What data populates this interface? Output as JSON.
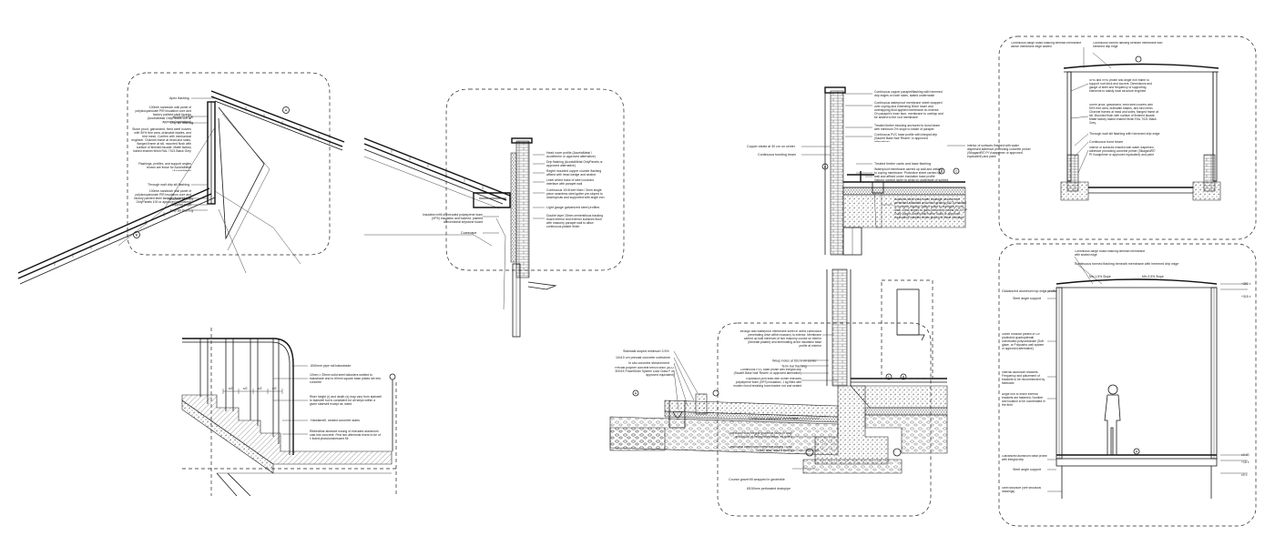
{
  "roof_detail": {
    "notes": [
      "Apex flashing",
      "100mm sandwich wall panel of polyisocyanurate PIR insulation core and factory painted steel facings (AccelaMetal OnlyPanels 100 or approved equivalent)",
      "Support angle",
      "Drip sill flashing",
      "Storm proof, galvanized, fixed steel louvers with 50% free area, drainable blades, and bird mesh. Confirm with mechanical engineer. Channel frame at head and sides, flanged frame at sill, mounted flush with surface of finished facade. Matte factory baked enamel finish RAL 7021 Black Grey",
      "Flashings, profiles, and support angles shown are those for AccelaMetal (AccelaMetal)",
      "Through wall drip sill flashing",
      "100mm sandwich wall panel of polyisocyanurate PIR insulation core and factory painted steel facings (AccelaMetal OnlyPanels 100 or approved equivalent)",
      "Headwall flashing",
      "Support angle",
      "Drip sill flashing"
    ],
    "tags": [
      "A",
      "B"
    ]
  },
  "eave_detail": {
    "notes": [
      "Head cover profile (AccelaMetal / Acceltherm or approved alternative)",
      "Drip flashing (AccelaMetal OnlyPanels or approved alternative)",
      "Reglet mounted copper counter flashing affixed with head wedge and sealed",
      "Lintel where base of steel columns interface with parapet wall",
      "Continuous 10×8 kerf lined / 3mm single piece seamless steel gutter pre-sloped to downspouts and supported with angle iron",
      "Light gauge galvanized steel profiles",
      "Insulation infill of extruded polystyrene foam (XPS) insulation and foamed, painted conventional keystone board",
      "Coarscape",
      "Double layer 15mm cementitious backing board interior and exterior surfaces flush with masonry parapet wall to allow continuous plaster finish"
    ]
  },
  "stair_detail": {
    "notes": [
      "Ø40mm pipe rail balustrade",
      "10mm × 25mm solid steel balusters welded to balustrade and to 60mm square base plates set into concrete",
      "Riser height (r) and depth (s) may vary from stairwell to stairwell but is consistent for all steps within a given stairwell except as noted",
      "Handsmell, sealed concrete stairs",
      "Ribbed/bar abrasive nosing of extruded aluminium cast into concrete. First two aftermost risers to be of ± listed photoluminescent fill"
    ],
    "dims": [
      "s/2",
      "s/2",
      "s/2",
      "s/2"
    ]
  },
  "parapet_detail": {
    "notes": [
      "Continuous copper parapet/flashing with hemmed drip edges on both sides, stated underneath",
      "Continuous waterproof membrane sheet wrapped over coping and extending 50cm lower and overlapping fluid applied membrane on exterior. On parapet's inner face, membrane to overlap and be sealed to the roof membrane",
      "Treated timber blocking anchored to bond beam with minimum 2% slope to inside of parapet",
      "Continuous PVC base profile with integral drip (Sauerlt Base Nail 'Rearm' or approved alternative)",
      "Copper cleats at 30 cm on center",
      "Continuous bonding beam",
      "Treated timber cants and base flashing",
      "Waterproof membrane carried up wall and welded to coping membrane. Protective sheet carried up wall and affixed under insulation base profile",
      "Vapour control layer to wrap to underside of screed",
      "Stainless steel linear cable drainage channel with perforated sidewalls and mesh grating (ACO) installed in concrete topping. Attach outlet to drainpipe in roof drain. Deck sloped to gulls (removed) outlets (ACO HP Gully Spigot Outlet) with frame Grate or approved equivalent) installed below grating of linear drainage",
      "Interior of surfaces finished with water dispersed adhesive promoting concrete primer (SikagardR© Pt Vusaprimer or approved equivalent) and paint"
    ],
    "tags": [
      "A",
      "B",
      "C"
    ]
  },
  "foundation_detail": {
    "notes": [
      "through wall waterproof membrane sheet in direct continuous penetrating drive within masonry to exterior. Membrane carried up wall minimum of two masonry course on interior (beneath plaster) and terminating at the insulation base profile at exterior",
      "Weep holes at 60cm on center",
      "Term bar flashing",
      "Continuous PVC base profile with integral drip (Sauerlt Base Nail 'Rearm' or approved alternative)",
      "Expansion joint filled with 80mm extruded polystyrene foam (XPS) insulation, 1 kg filled with modern bond breaking foam backer rod and sealed",
      "Sidewalk sloped minimum 3.5%",
      "10x10 cm precast concrete curbstone",
      "In situ concrete sheavement",
      "Precast polymer concrete trench drain (ACO 300/1K PowerDrain System Load Class F or approved equivalent)",
      "Continuous waterproof membrane",
      "Unreduced with integral geotextile faced to wrap around top of footing termination, as drains",
      "Continuous waterproof membrane lapped 15 cm to fully wrap around footing",
      "Course gravel fill wrapped in geotextile",
      "Ø150mm perforated drainpipe"
    ],
    "tags": [
      "A",
      "B",
      "C"
    ]
  },
  "kiosk_roof_detail": {
    "notes": [
      "Continuous barge board flashing beneath membrane above membrane edge sealed",
      "Continuous formed flashing beneath membrane with hemmed drip edge",
      "SHS and RHS profile and angle iron frame to support roof deck and louvers. Dimensions and gauge of steel and frequency of supporting elements to satisfy local structure engineer",
      "Storm proof, galvanized, fixed steel louvers with 50% free area, drainable blades, and bird mesh. Channel frames at head and sides, flanged frame at sill. Mounted flush with surface of finished facade. Matte factory baked enamel finish RAL 7021 Black Grey",
      "Through wall sill flashing with hemmed drip edge",
      "Continuous bond beam",
      "Interior of surfaces finished with water dispersed adhesive promoting concrete primer (SikagardR© Pt Vusaprimer or approved equivalent) and paint"
    ]
  },
  "kiosk_section": {
    "notes": [
      "Continuous barge board flashing beneath membrane with sealed edge",
      "Continuous formed flashing beneath membrane with hemmed drip edge",
      "Galvanized aluminum top edge profile",
      "Steel angle support",
      "40mm modular panels of UV protected quadruplewall coextruded polycarbonate (Soft glaze, or Polycarbo wall system or approved alternative)",
      "Internal aluminum brackets. Frequency and placement of brackets to be recommended by fabricator",
      "Angle iron to which internal brackets are fastened. Number and location to be coordinated in the field",
      "Galvanized aluminum base profile with integral drip",
      "Steel angle support",
      "Steel structure (see structural drawings)"
    ],
    "slopes": [
      "Min 1.5% Slope",
      "Min 3.5% Slope"
    ],
    "levels": [
      "+350 ±",
      "+315 ±",
      "±0.00",
      "+16 ±",
      "±0 ±"
    ],
    "tag": "A"
  }
}
